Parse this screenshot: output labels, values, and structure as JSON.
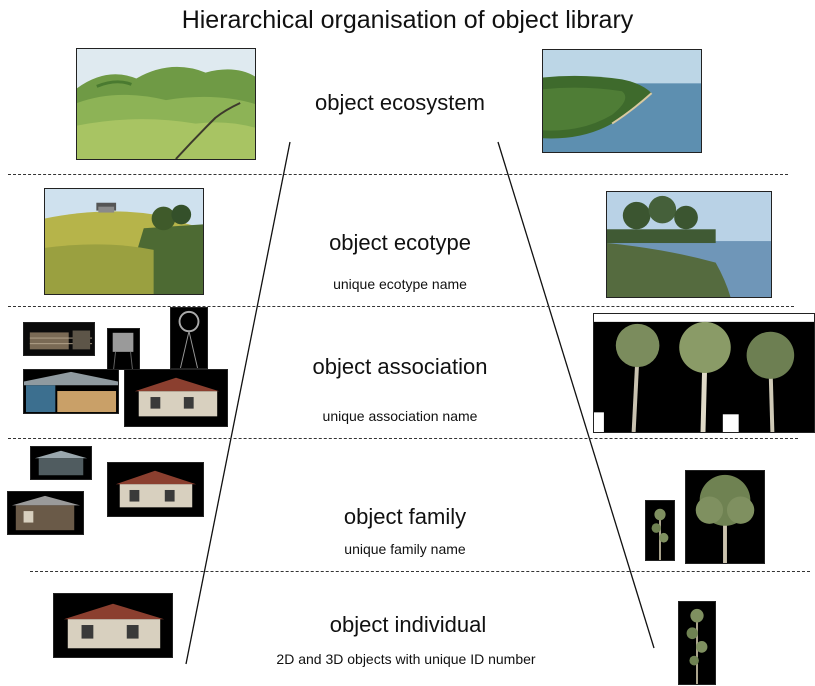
{
  "title": "Hierarchical organisation of object library",
  "levels": [
    {
      "name": "object ecosystem",
      "sub": ""
    },
    {
      "name": "object ecotype",
      "sub": "unique ecotype name"
    },
    {
      "name": "object association",
      "sub": "unique association name"
    },
    {
      "name": "object family",
      "sub": "unique family name"
    },
    {
      "name": "object individual",
      "sub": "2D and 3D objects with unique ID number"
    }
  ]
}
